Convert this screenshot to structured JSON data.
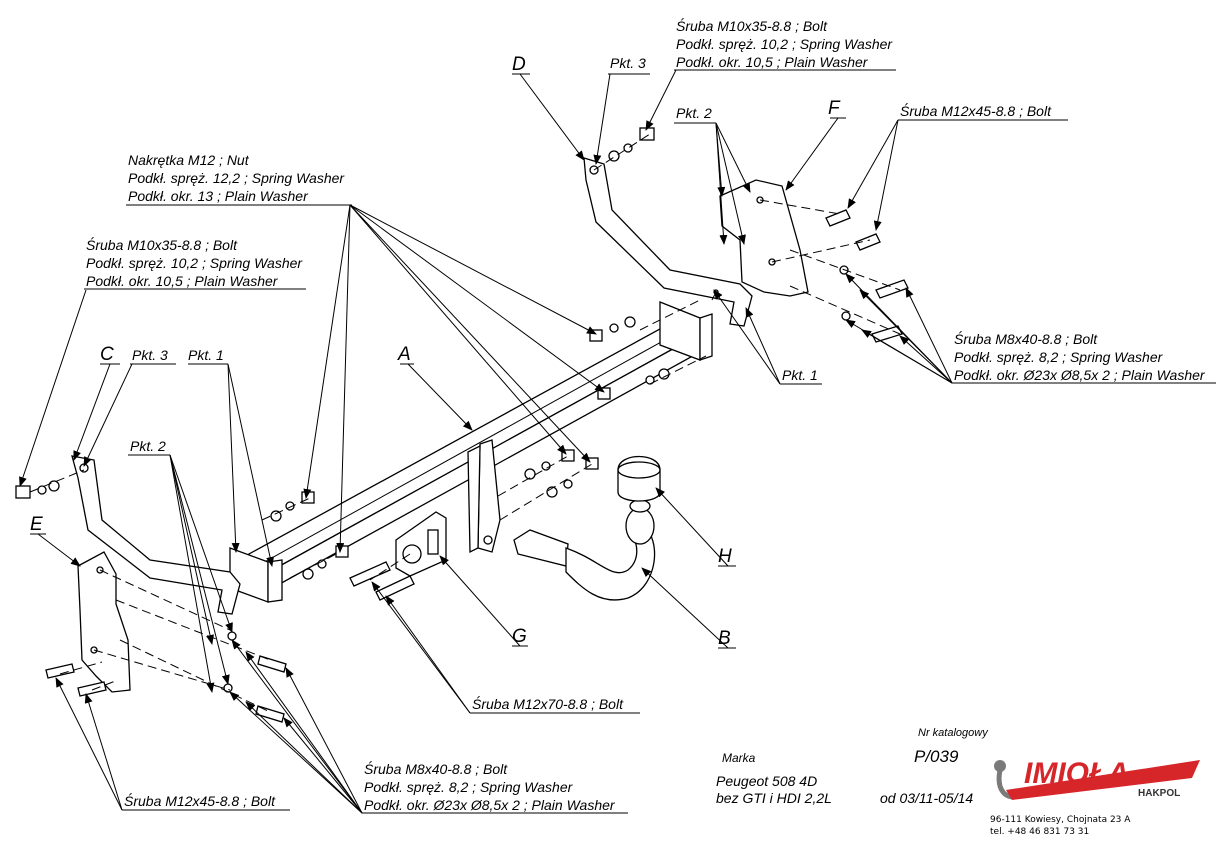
{
  "drawing": {
    "parts": {
      "A": "A",
      "B": "B",
      "C": "C",
      "D": "D",
      "E": "E",
      "F": "F",
      "G": "G",
      "H": "H"
    },
    "points": {
      "pkt1": "Pkt. 1",
      "pkt2": "Pkt. 2",
      "pkt3": "Pkt. 3"
    },
    "notes": {
      "nut_top": [
        "Nakrętka  M12 ; Nut",
        "Podkł. spręż. 12,2 ; Spring Washer",
        "Podkł. okr. 13 ; Plain Washer"
      ],
      "bolt_m10_left": [
        "Śruba M10x35-8.8   ;  Bolt",
        "Podkł. spręż. 10,2 ; Spring Washer",
        "Podkł. okr. 10,5 ; Plain Washer"
      ],
      "bolt_m10_top": [
        "Śruba M10x35-8.8  ;  Bolt",
        "Podkł. spręż. 10,2 ; Spring Washer",
        "Podkł. okr. 10,5 ; Plain Washer"
      ],
      "bolt_m12x45_right": "Śruba M12x45-8.8  ;  Bolt",
      "bolt_m8_right": [
        "Śruba M8x40-8.8   ;  Bolt",
        "Podkł. spręż. 8,2 ; Spring Washer",
        "Podkł. okr.  Ø23x Ø8,5x 2 ; Plain Washer"
      ],
      "bolt_m12x70": "Śruba M12x70-8.8   ;  Bolt",
      "bolt_m8_bottom": [
        "Śruba M8x40-8.8   ;  Bolt",
        "Podkł. spręż. 8,2 ; Spring Washer",
        "Podkł. okr.  Ø23x Ø8,5x 2 ; Plain Washer"
      ],
      "bolt_m12x45_left": "Śruba M12x45-8.8   ;  Bolt"
    }
  },
  "title_block": {
    "catalog_label": "Nr katalogowy",
    "catalog_number": "P/039",
    "make_label": "Marka",
    "model_line1": "Peugeot 508 4D",
    "model_line2": "bez GTI  i  HDI 2,2L",
    "date_range": "od 03/11-05/14"
  },
  "logo": {
    "brand": "IMIOŁA",
    "sub": "HAKPOL",
    "brand_color": "#d7262a",
    "address": "96-111 Kowiesy, Chojnata 23 A",
    "phone": "tel. +48 46 831 73 31"
  }
}
